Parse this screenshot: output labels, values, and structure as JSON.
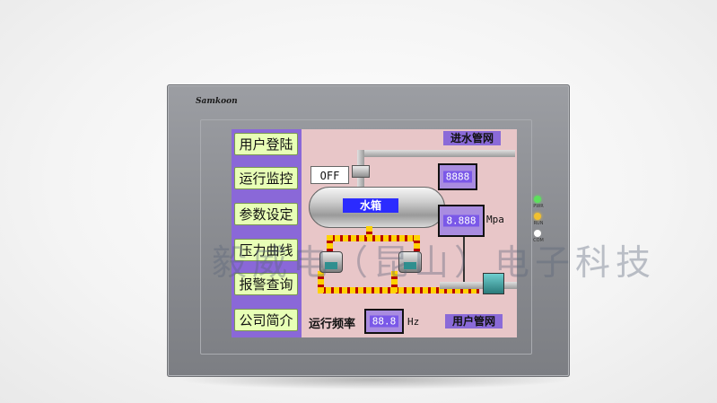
{
  "device": {
    "brand": "Samkoon",
    "leds": [
      {
        "label": "PWR",
        "color": "#5de05d"
      },
      {
        "label": "RUN",
        "color": "#f0c030"
      },
      {
        "label": "COM",
        "color": "#ffffff"
      }
    ]
  },
  "menu": {
    "items": [
      {
        "label": "用户登陆"
      },
      {
        "label": "运行监控"
      },
      {
        "label": "参数设定"
      },
      {
        "label": "压力曲线"
      },
      {
        "label": "报警查询"
      },
      {
        "label": "公司简介"
      }
    ]
  },
  "diagram": {
    "inlet_label": "进水管网",
    "outlet_label": "用户管网",
    "tank_label": "水箱",
    "valve_button": "OFF",
    "display_top": "8888",
    "display_pressure": "8.888",
    "pressure_unit": "Mpa",
    "freq_label": "运行频率",
    "freq_value": "88.8",
    "freq_unit": "Hz"
  },
  "watermark": "毅威电（昆山）电子科技"
}
